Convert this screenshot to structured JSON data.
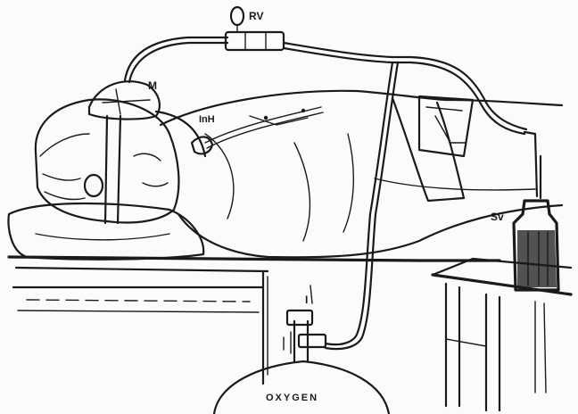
{
  "labels": {
    "rv": "RV",
    "m": "M",
    "inh": "InH",
    "sv": "Sv",
    "i": "I",
    "oxygen": "OXYGEN"
  },
  "colors": {
    "ink": "#1a1a1a",
    "paper": "#fbfbfb"
  }
}
